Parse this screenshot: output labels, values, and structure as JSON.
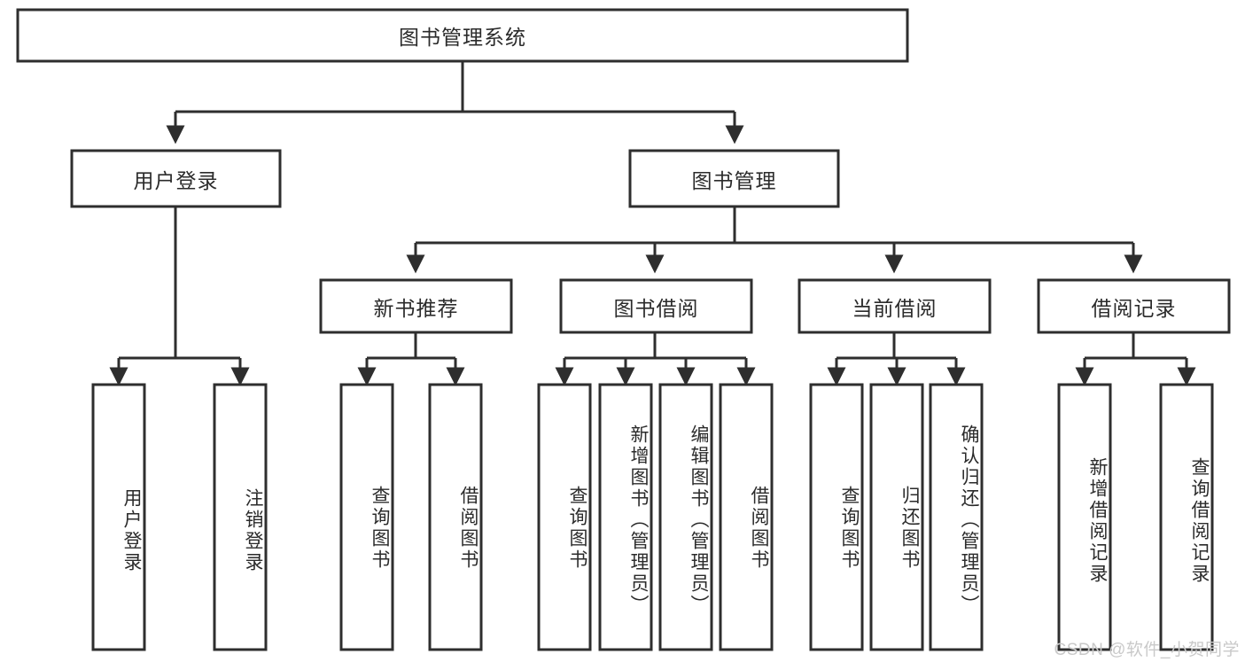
{
  "diagram": {
    "title": "图书管理系统",
    "type": "tree-hierarchy",
    "watermark": "CSDN @软件_小贺同学",
    "root": {
      "label": "图书管理系统"
    },
    "level2": [
      {
        "label": "用户登录"
      },
      {
        "label": "图书管理"
      }
    ],
    "level3": [
      {
        "label": "新书推荐"
      },
      {
        "label": "图书借阅"
      },
      {
        "label": "当前借阅"
      },
      {
        "label": "借阅记录"
      }
    ],
    "leaves": {
      "user_login": [
        {
          "label": "用户登录"
        },
        {
          "label": "注销登录"
        }
      ],
      "new_book_recommend": [
        {
          "label": "查询图书"
        },
        {
          "label": "借阅图书"
        }
      ],
      "book_borrow": [
        {
          "label": "查询图书"
        },
        {
          "label": "新增图书（管理员）"
        },
        {
          "label": "编辑图书（管理员）"
        },
        {
          "label": "借阅图书"
        }
      ],
      "current_borrow": [
        {
          "label": "查询图书"
        },
        {
          "label": "归还图书"
        },
        {
          "label": "确认归还（管理员）"
        }
      ],
      "borrow_record": [
        {
          "label": "新增借阅记录"
        },
        {
          "label": "查询借阅记录"
        }
      ]
    },
    "colors": {
      "stroke": "#2e2e2e",
      "fill": "#ffffff",
      "text": "#2b2b2b",
      "watermark": "#c9c9c9"
    }
  }
}
